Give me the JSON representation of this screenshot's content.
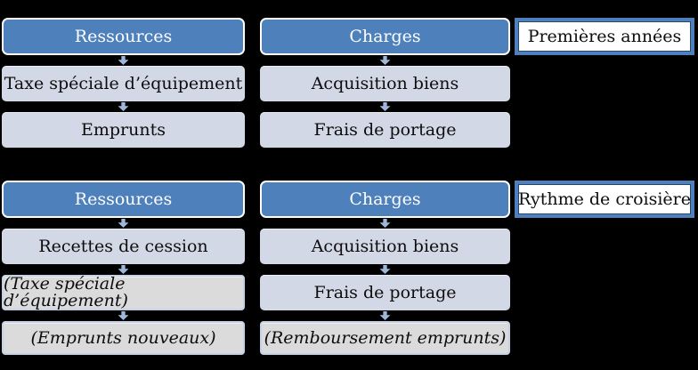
{
  "colors": {
    "background": "#000000",
    "header_fill": "#4E80BC",
    "header_text": "#FFFFFF",
    "box_fill": "#D2D8E5",
    "box_text": "#0D0D0D",
    "muted_fill": "#DBDBDB",
    "muted_border": "#C5D2E6",
    "arrow_fill": "#9FB7DB",
    "label_fill": "#FFFFFF",
    "label_border": "#4E80BC"
  },
  "sections": [
    {
      "label": "Premières années",
      "columns": [
        {
          "header": "Ressources",
          "items": [
            {
              "text": "Taxe spéciale d’équipement"
            },
            {
              "text": "Emprunts"
            }
          ]
        },
        {
          "header": "Charges",
          "items": [
            {
              "text": "Acquisition biens"
            },
            {
              "text": "Frais de portage"
            }
          ]
        }
      ]
    },
    {
      "label": "Rythme de croisière",
      "columns": [
        {
          "header": "Ressources",
          "items": [
            {
              "text": "Recettes de cession"
            },
            {
              "text": "(Taxe spéciale d’équipement)"
            },
            {
              "text": "(Emprunts nouveaux)"
            }
          ]
        },
        {
          "header": "Charges",
          "items": [
            {
              "text": "Acquisition biens"
            },
            {
              "text": "Frais de portage"
            },
            {
              "text": "(Remboursement emprunts)"
            }
          ]
        }
      ]
    }
  ]
}
